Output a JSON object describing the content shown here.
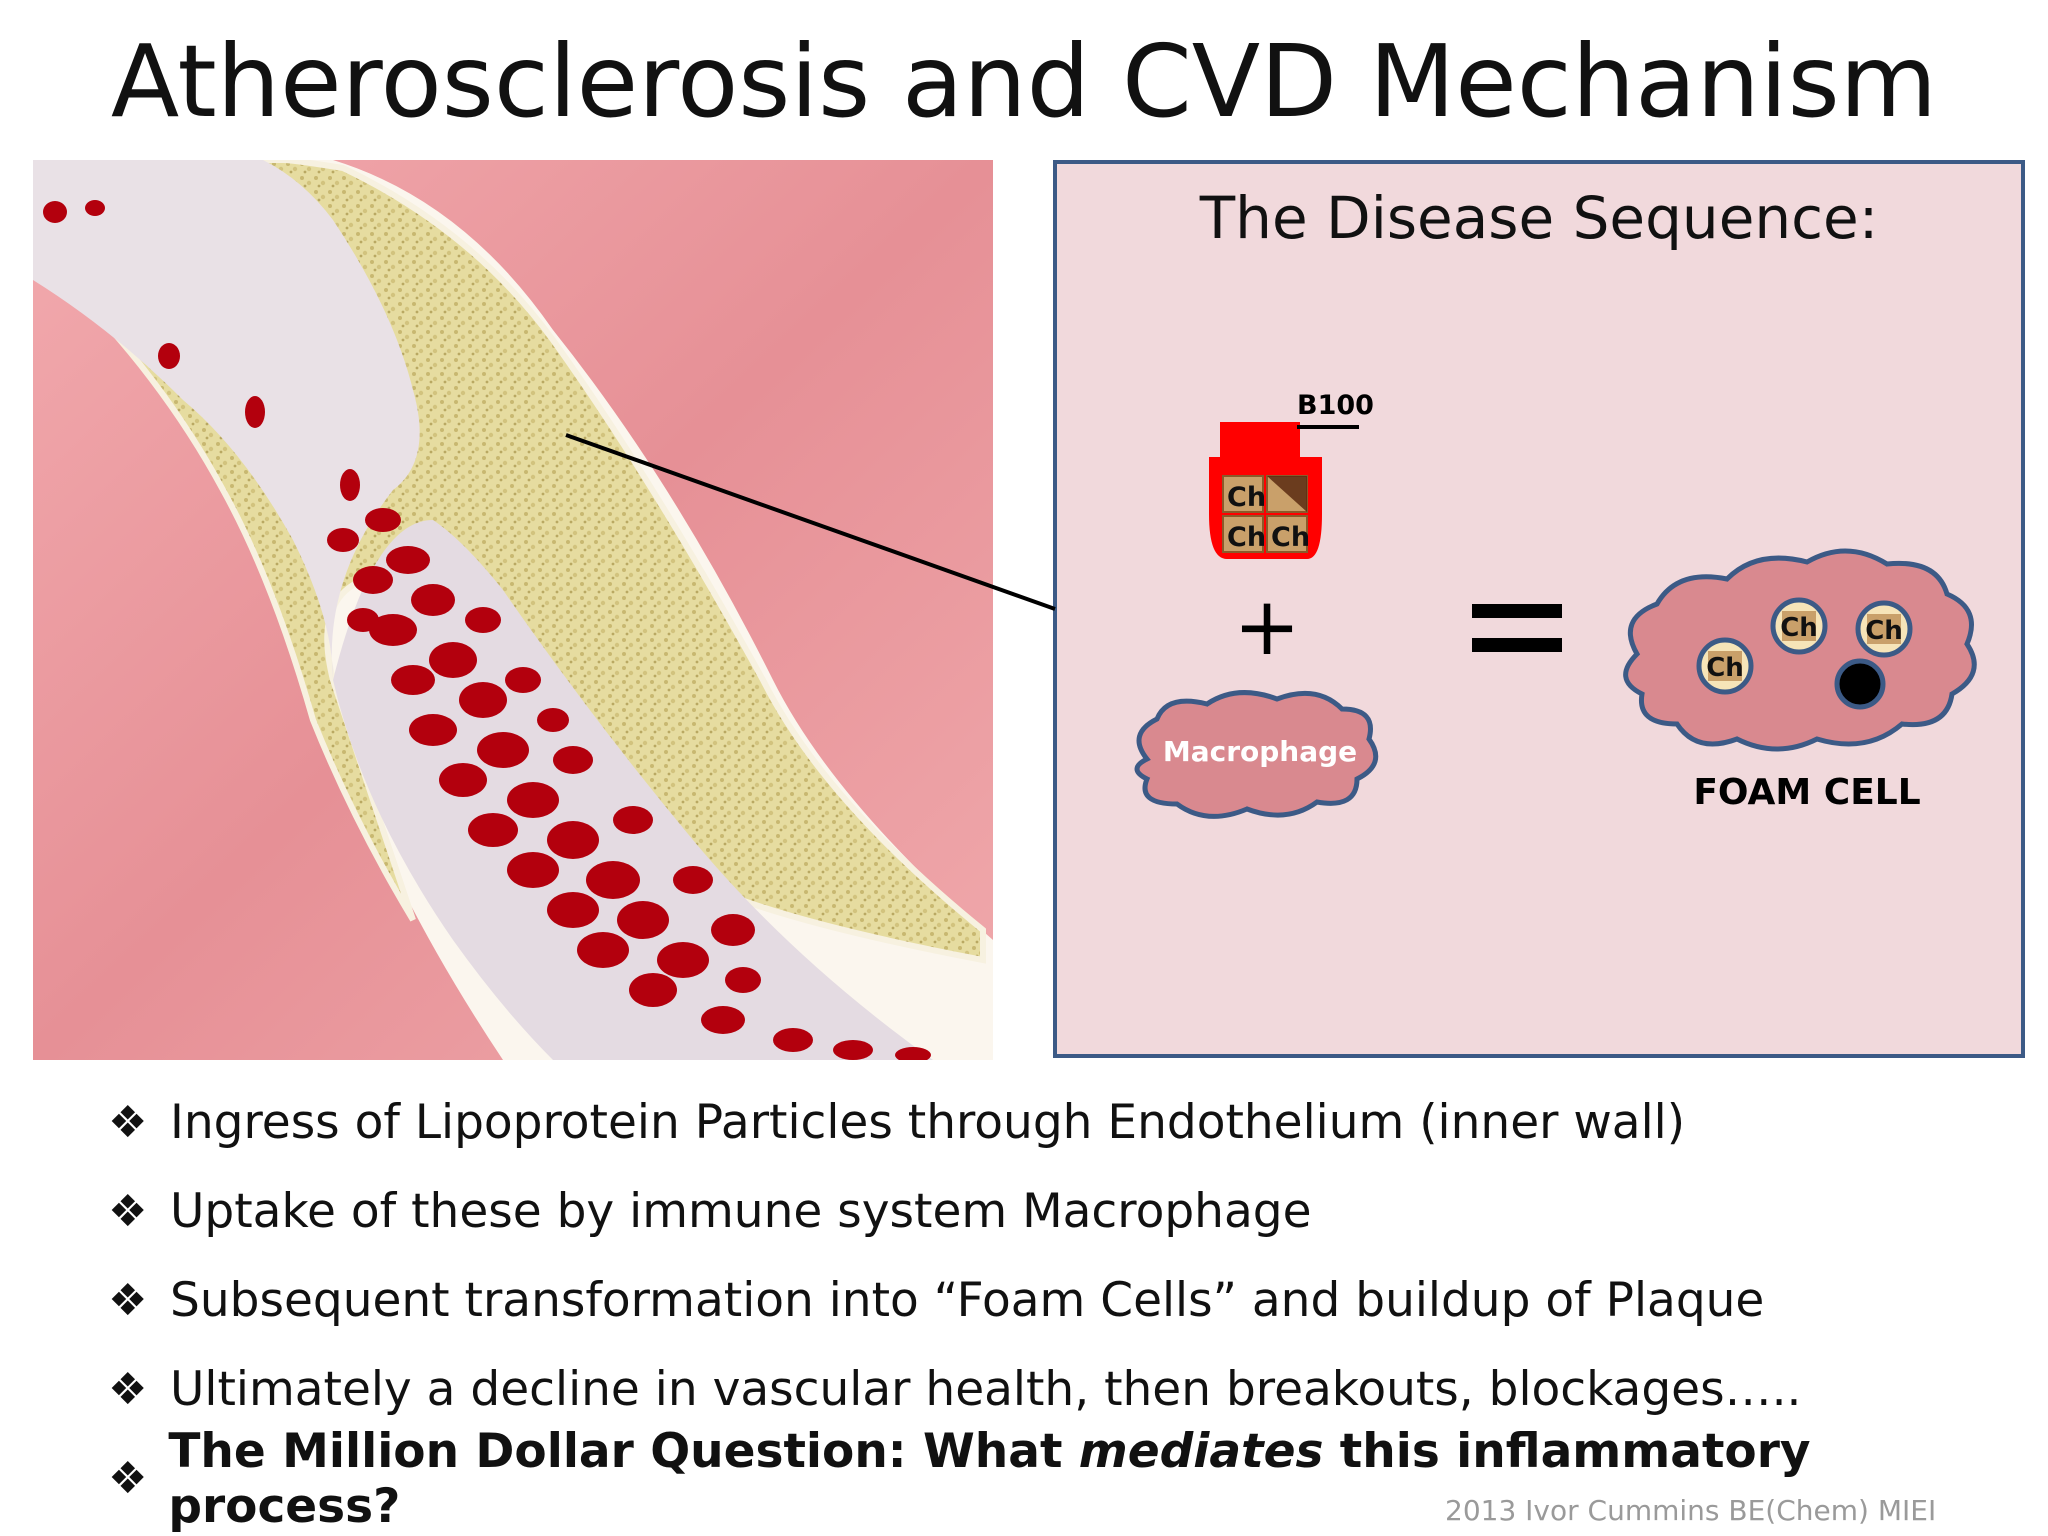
{
  "title": "Atherosclerosis and CVD Mechanism",
  "panel": {
    "title": "The Disease Sequence:",
    "ldl_label": "B100",
    "cholesterol_label": "Ch",
    "plus": "+",
    "equals": "=",
    "macrophage_label": "Macrophage",
    "foam_cell_label": "FOAM CELL"
  },
  "bullets": [
    "Ingress of Lipoprotein Particles through Endothelium (inner wall)",
    "Uptake of these by immune system Macrophage",
    "Subsequent transformation into “Foam Cells” and buildup of Plaque",
    "Ultimately a decline in vascular health, then breakouts, blockages…..",
    {
      "before": "The Million Dollar Question:  What ",
      "emphasis": "mediates",
      "after": " this inflammatory process?"
    }
  ],
  "bullet_symbol": "❖",
  "credit": "2013 Ivor Cummins BE(Chem) MIEI",
  "colors": {
    "panel_bg": "#f1d9dc",
    "panel_border": "#3c5a86",
    "ldl_red": "#ff0000",
    "cell_pink": "#d9898f",
    "chol_tan": "#c9a06a"
  }
}
